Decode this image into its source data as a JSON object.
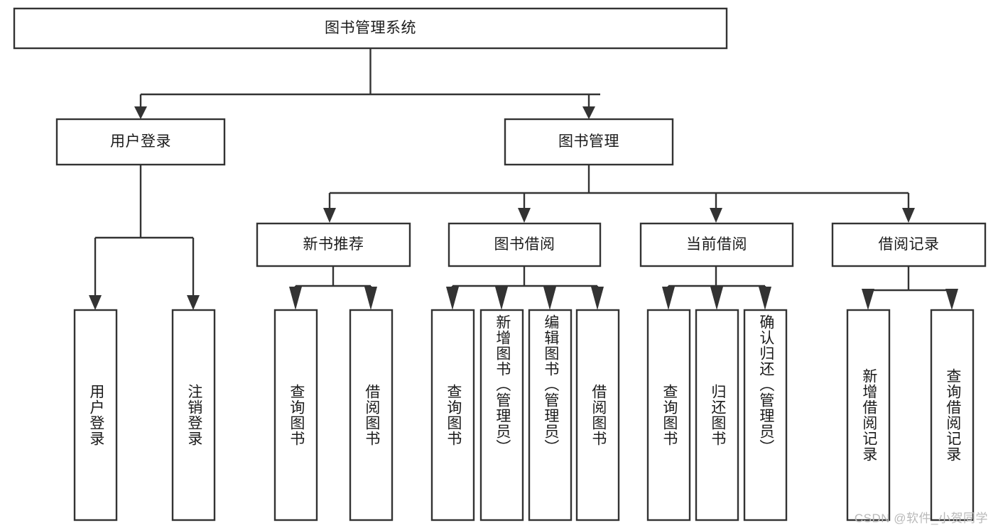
{
  "diagram": {
    "type": "tree-hierarchy",
    "title": "图书管理系统",
    "orientation": "top-down",
    "watermark": "CSDN @软件_小贺同学",
    "colors": {
      "box_stroke": "#333333",
      "box_fill": "#ffffff",
      "connector": "#333333",
      "text": "#1b1b1b",
      "watermark": "#b9b9b9",
      "background": "#ffffff"
    },
    "nodes": {
      "root": {
        "id": "root",
        "label": "图书管理系统",
        "level": 0,
        "orientation": "horizontal"
      },
      "level1": [
        {
          "id": "user-login",
          "label": "用户登录",
          "level": 1,
          "orientation": "horizontal"
        },
        {
          "id": "book-manage",
          "label": "图书管理",
          "level": 1,
          "orientation": "horizontal"
        }
      ],
      "level2": [
        {
          "id": "new-book-recommend",
          "label": "新书推荐",
          "level": 2,
          "orientation": "horizontal",
          "parent": "book-manage"
        },
        {
          "id": "book-borrow",
          "label": "图书借阅",
          "level": 2,
          "orientation": "horizontal",
          "parent": "book-manage"
        },
        {
          "id": "current-borrow",
          "label": "当前借阅",
          "level": 2,
          "orientation": "horizontal",
          "parent": "book-manage"
        },
        {
          "id": "borrow-record",
          "label": "借阅记录",
          "level": 2,
          "orientation": "horizontal",
          "parent": "book-manage"
        }
      ],
      "leaves": [
        {
          "id": "leaf-user-login",
          "label": "用户登录",
          "parent": "user-login",
          "orientation": "vertical"
        },
        {
          "id": "leaf-logout-login",
          "label": "注销登录",
          "parent": "user-login",
          "orientation": "vertical"
        },
        {
          "id": "leaf-query-book-1",
          "label": "查询图书",
          "parent": "new-book-recommend",
          "orientation": "vertical"
        },
        {
          "id": "leaf-borrow-book-1",
          "label": "借阅图书",
          "parent": "new-book-recommend",
          "orientation": "vertical"
        },
        {
          "id": "leaf-query-book-2",
          "label": "查询图书",
          "parent": "book-borrow",
          "orientation": "vertical"
        },
        {
          "id": "leaf-add-book-admin",
          "label": "新增图书（管理员）",
          "parent": "book-borrow",
          "orientation": "vertical"
        },
        {
          "id": "leaf-edit-book-admin",
          "label": "编辑图书（管理员）",
          "parent": "book-borrow",
          "orientation": "vertical"
        },
        {
          "id": "leaf-borrow-book-2",
          "label": "借阅图书",
          "parent": "book-borrow",
          "orientation": "vertical"
        },
        {
          "id": "leaf-query-book-3",
          "label": "查询图书",
          "parent": "current-borrow",
          "orientation": "vertical"
        },
        {
          "id": "leaf-return-book",
          "label": "归还图书",
          "parent": "current-borrow",
          "orientation": "vertical"
        },
        {
          "id": "leaf-confirm-return-admin",
          "label": "确认归还（管理员）",
          "parent": "current-borrow",
          "orientation": "vertical"
        },
        {
          "id": "leaf-add-borrow-record",
          "label": "新增借阅记录",
          "parent": "borrow-record",
          "orientation": "vertical"
        },
        {
          "id": "leaf-query-borrow-record",
          "label": "查询借阅记录",
          "parent": "borrow-record",
          "orientation": "vertical"
        }
      ]
    }
  }
}
